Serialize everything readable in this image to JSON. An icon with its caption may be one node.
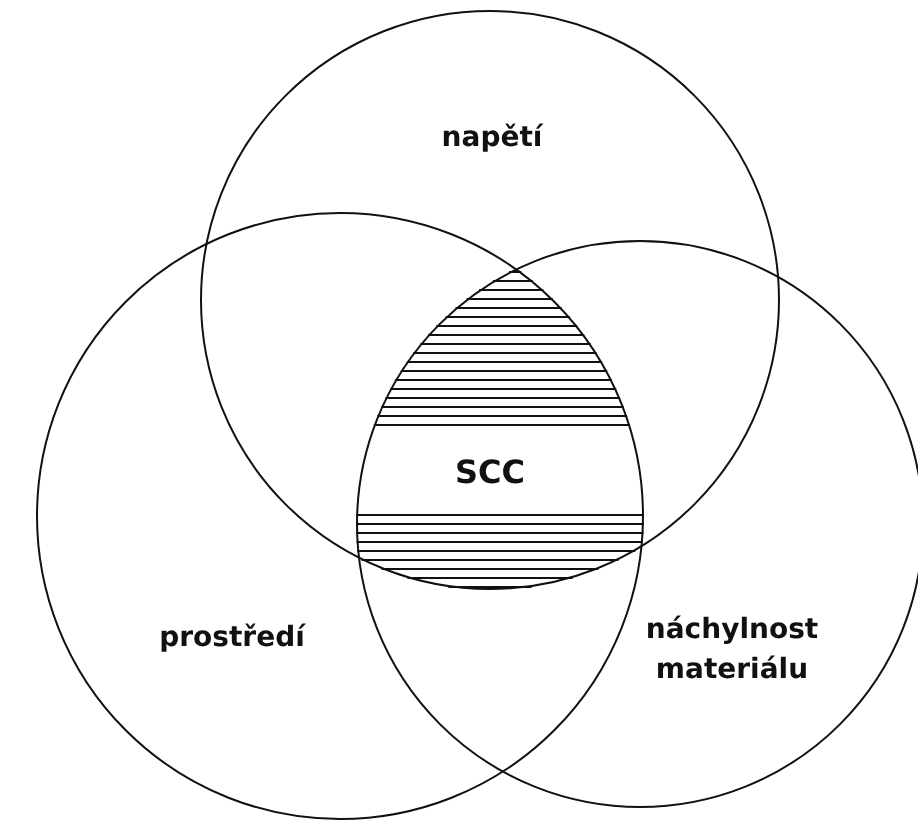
{
  "diagram": {
    "nodes": [
      {
        "text": [
          "napětí"
        ]
      },
      {
        "text": [
          "prostředí"
        ]
      },
      {
        "text": [
          "náchylnost materiálu"
        ]
      }
    ],
    "labels": [
      "SCC"
    ]
  }
}
